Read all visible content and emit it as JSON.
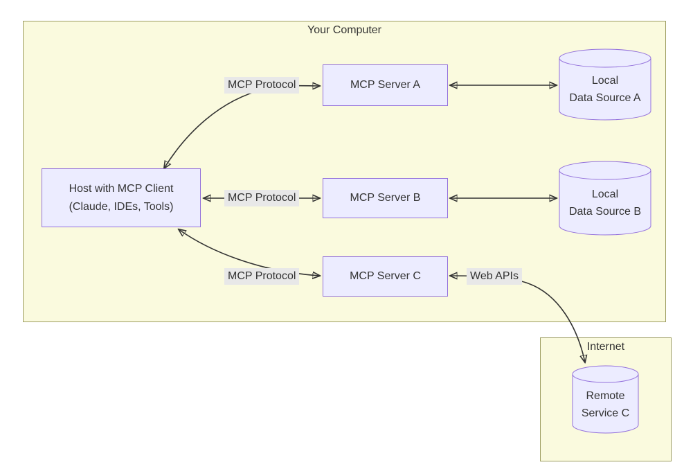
{
  "diagram": {
    "your_computer_title": "Your Computer",
    "internet_title": "Internet",
    "nodes": {
      "host": {
        "line1": "Host with MCP Client",
        "line2": "(Claude, IDEs, Tools)"
      },
      "server_a": {
        "label": "MCP Server A"
      },
      "server_b": {
        "label": "MCP Server B"
      },
      "server_c": {
        "label": "MCP Server C"
      },
      "data_source_a": {
        "line1": "Local",
        "line2": "Data Source A"
      },
      "data_source_b": {
        "line1": "Local",
        "line2": "Data Source B"
      },
      "remote_service_c": {
        "line1": "Remote",
        "line2": "Service C"
      }
    },
    "edge_labels": {
      "protocol_a": "MCP Protocol",
      "protocol_b": "MCP Protocol",
      "protocol_c": "MCP Protocol",
      "web_apis": "Web APIs"
    },
    "colors": {
      "group_fill": "#fafade",
      "group_border": "#9c9c60",
      "node_fill": "#ececff",
      "node_border": "#9370db",
      "edge_label_bg": "#e8e8e8",
      "line": "#333333",
      "text": "#333333"
    }
  }
}
